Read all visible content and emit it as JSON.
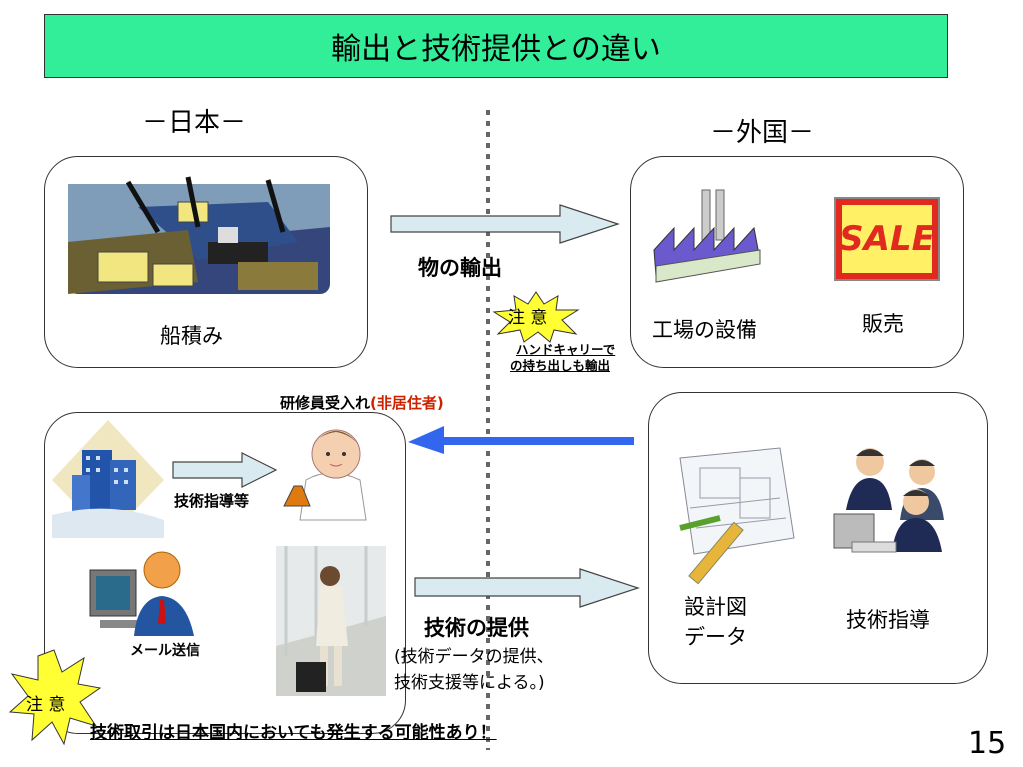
{
  "title": "輸出と技術提供との違い",
  "japan_heading": "－日本－",
  "foreign_heading": "－外国－",
  "top_left": {
    "label": "船積み"
  },
  "export": {
    "label": "物の輸出"
  },
  "caution1": {
    "badge": "注 意",
    "note_line1": "ハンドキャリーで",
    "note_line2": "の持ち出しも輸出"
  },
  "top_right": {
    "factory_label": "工場の設備",
    "sale_label": "販売",
    "sale_sign": "SALE"
  },
  "trainee": {
    "label": "研修員受入れ",
    "label_accent": "(非居住者)"
  },
  "tech_guidance_small": "技術指導等",
  "email": {
    "label": "メール送信"
  },
  "tech_provision": {
    "label": "技術の提供",
    "sub_line1": "(技術データの提供、",
    "sub_line2": "技術支援等による。)"
  },
  "bottom_right": {
    "design_line1": "設計図",
    "design_line2": "データ",
    "guidance_label": "技術指導"
  },
  "caution2": {
    "badge": "注 意",
    "note": "技術取引は日本国内においても発生する可能性あり！"
  },
  "page_number": "15",
  "colors": {
    "title_bg": "#33ee99",
    "arrow_fill": "#d9ebf0",
    "arrow_blue": "#3366ee",
    "accent_red": "#cc2200",
    "burst": "#ffff33"
  }
}
